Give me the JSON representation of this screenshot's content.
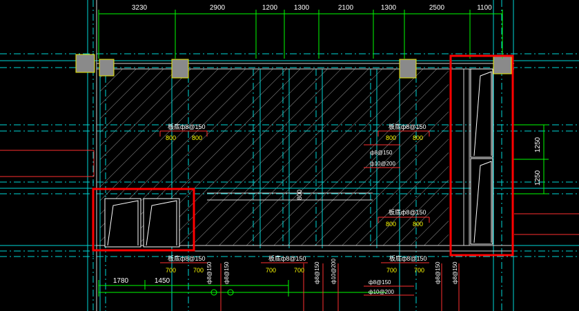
{
  "colors": {
    "background": "#000000",
    "axis_cyan": "#00d8d8",
    "wall_white": "#d8d8d8",
    "hatch": "#cfcfcf",
    "dim_green": "#00ff00",
    "rebar_red": "#ff3030",
    "column_fill": "#8a8a8a",
    "column_edge": "#e8e800",
    "label_white": "#ffffff",
    "value_yellow": "#ffff00",
    "highlight_red": "#ff0000"
  },
  "top_dimensions": [
    "3230",
    "2900",
    "1200",
    "1300",
    "2100",
    "1300",
    "2500",
    "1100"
  ],
  "right_dimensions": [
    "1250",
    "1250"
  ],
  "bottom_dimensions": [
    "1780",
    "1450"
  ],
  "center_label": "800",
  "slab_labels": [
    {
      "text": "板底ф8@150",
      "sub": [
        "800",
        "800"
      ]
    },
    {
      "text": "板底ф8@150",
      "sub": [
        "800",
        "800"
      ]
    },
    {
      "text": "板底ф8@150",
      "sub": [
        "800",
        "800"
      ]
    },
    {
      "text": "板底ф8@150",
      "sub": [
        "700",
        "700"
      ]
    },
    {
      "text": "板底ф8@150",
      "sub": [
        "700",
        "700"
      ]
    },
    {
      "text": "板底ф8@150",
      "sub": [
        "700",
        "700"
      ]
    }
  ],
  "mid_rebar_labels": [
    "ф8@150",
    "ф10@200"
  ],
  "vertical_rebar_labels": [
    "ф8@150",
    "ф8@150",
    "ф8@150",
    "ф10@200",
    "ф8@150",
    "ф8@150"
  ],
  "bottom_rebar_labels": [
    "ф8@150",
    "ф10@200"
  ],
  "highlights": [
    "left-lower-window-region",
    "right-column-window-region"
  ]
}
